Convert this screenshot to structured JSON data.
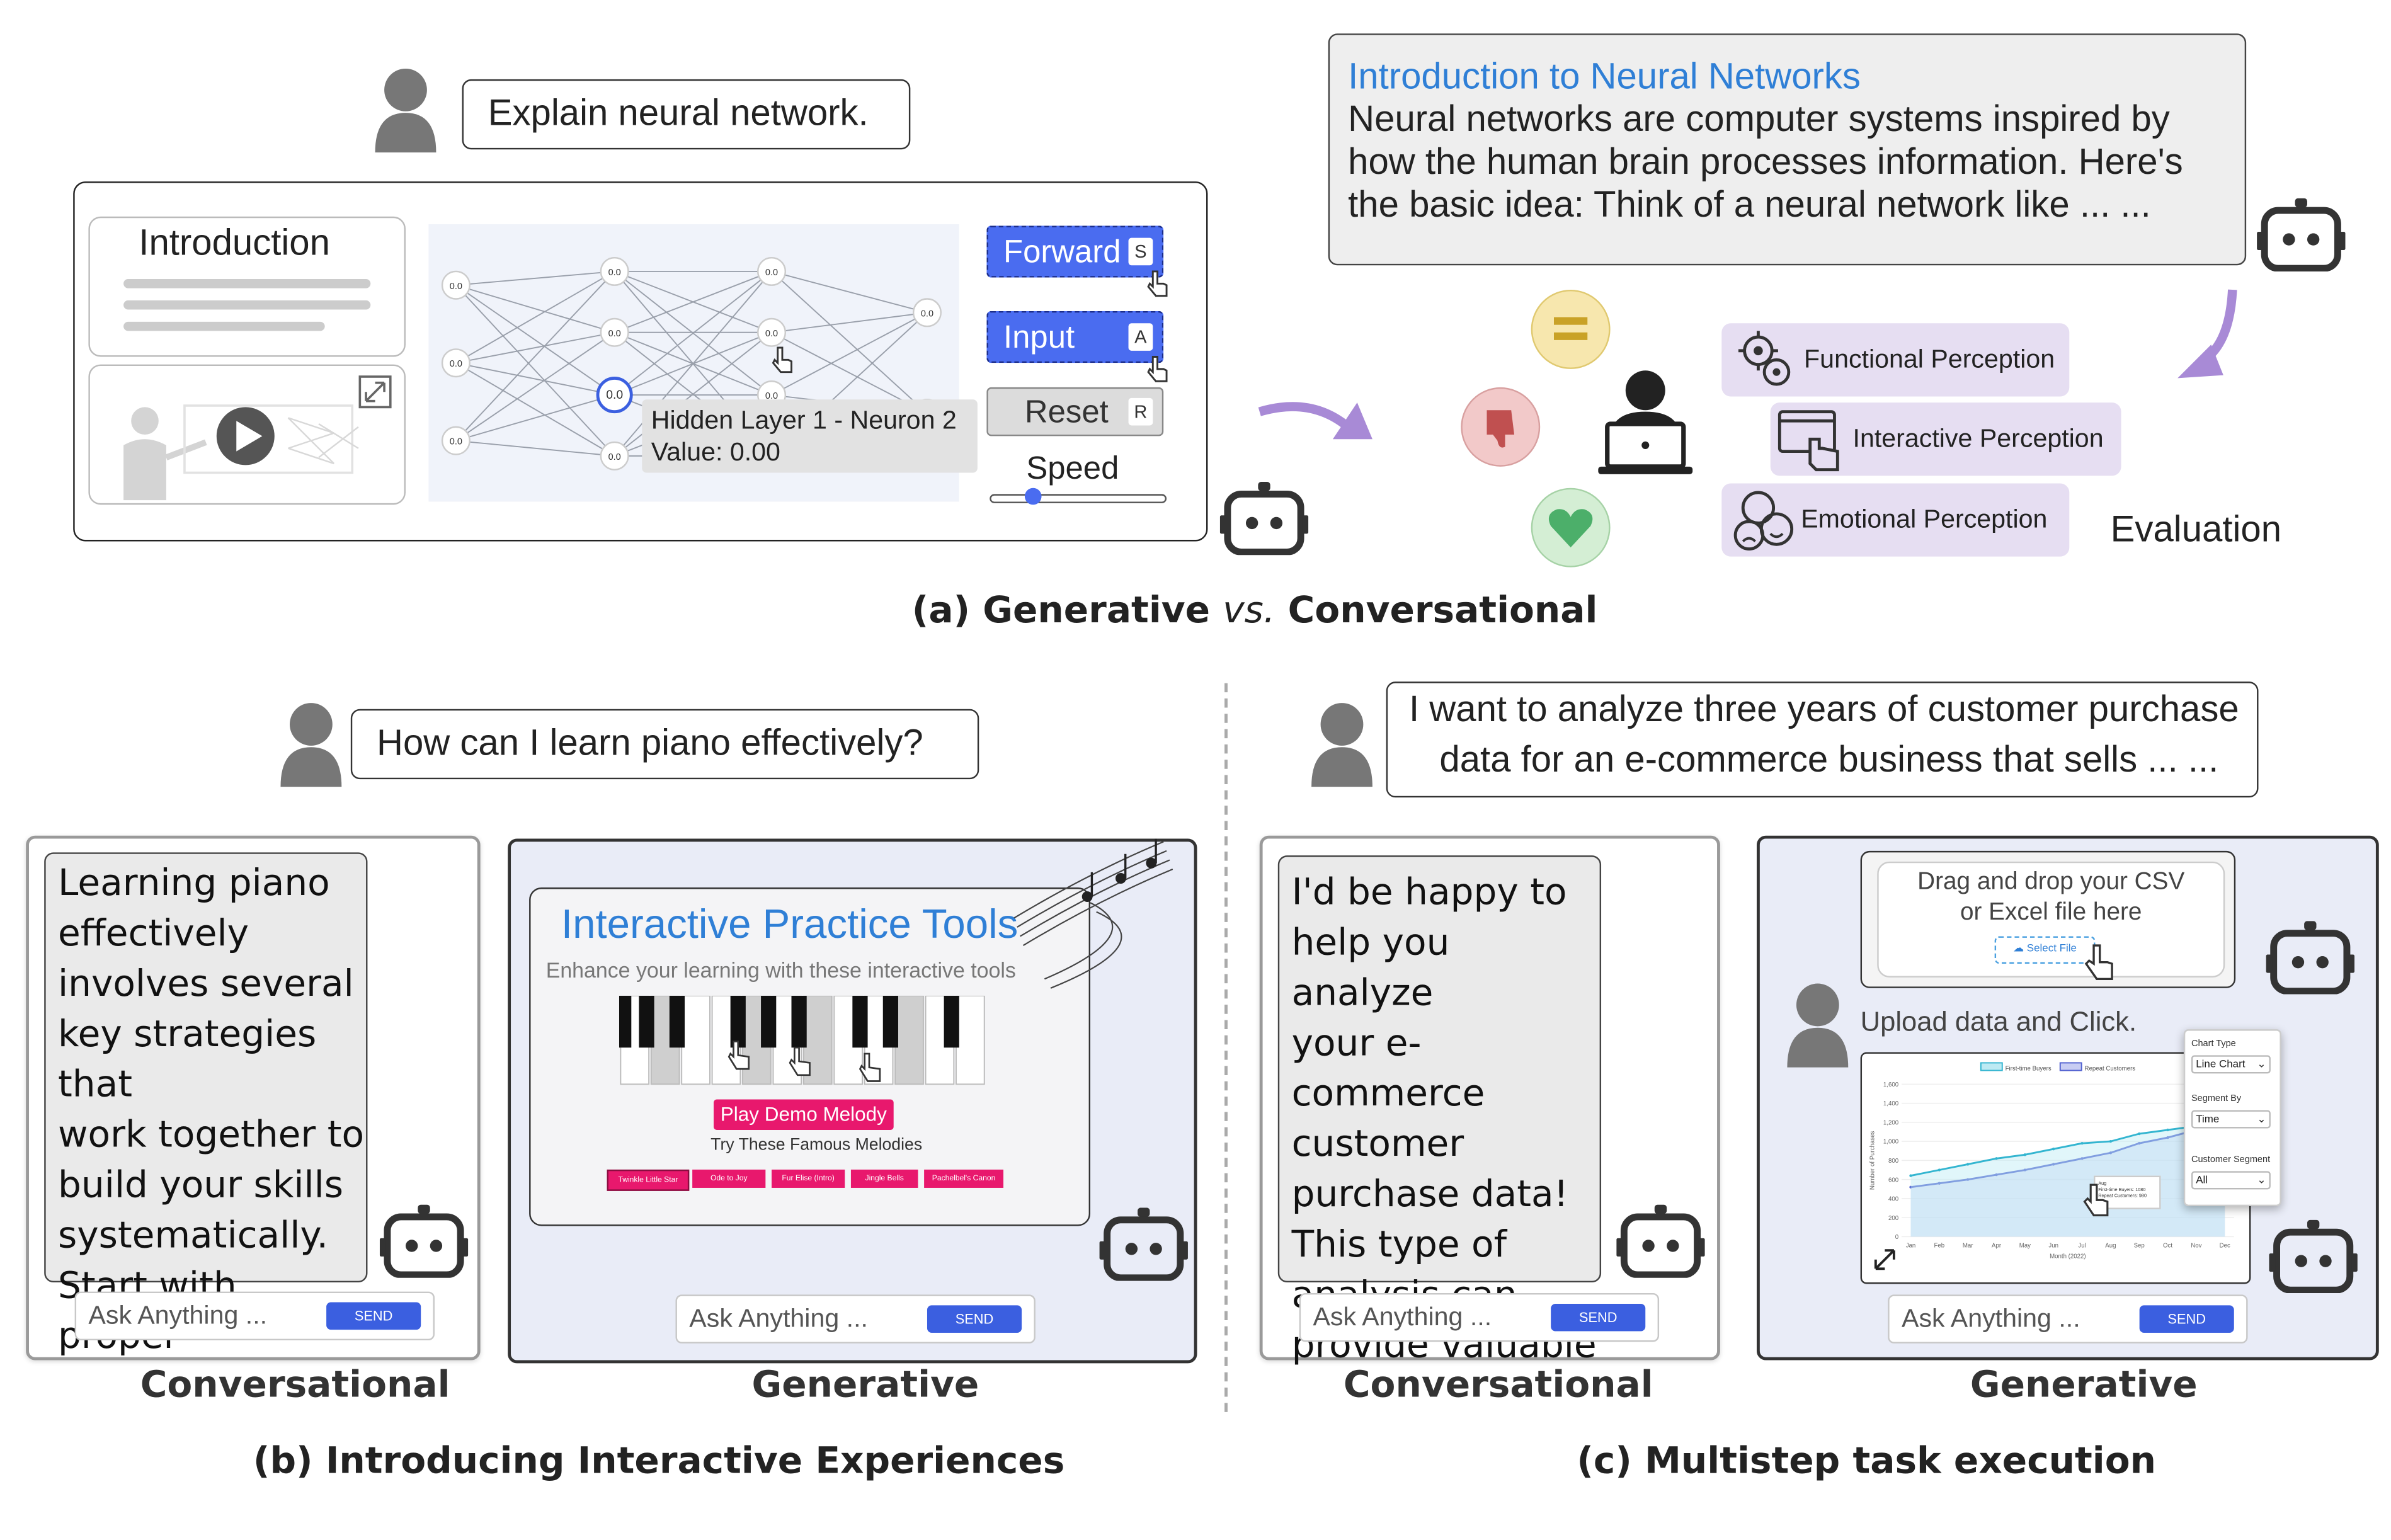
{
  "panel_a": {
    "user_prompt": "Explain neural network.",
    "intro_title": "Introduction",
    "tooltip_line1": "Hidden Layer 1 - Neuron 2",
    "tooltip_line2": "Value: 0.00",
    "highlight_neuron": "0.0",
    "neuron_value": "0.0",
    "forward_label": "Forward",
    "forward_key": "S",
    "input_label": "Input",
    "input_key": "A",
    "reset_label": "Reset",
    "reset_key": "R",
    "speed_label": "Speed",
    "response_title": "Introduction to Neural Networks",
    "response_line1": "Neural networks are computer systems inspired by",
    "response_line2": "how the human brain processes information. Here's",
    "response_line3": "the basic idea: Think of a neural network like ... ...",
    "perceptions": [
      "Functional Perception",
      "Interactive Perception",
      "Emotional Perception"
    ],
    "evaluation_label": "Evaluation",
    "caption_prefix": "(a) Generative ",
    "caption_vs": "vs.",
    "caption_suffix": " Conversational"
  },
  "panel_b": {
    "user_prompt": "How can I learn piano effectively?",
    "conv_lines": [
      "Learning piano",
      "effectively",
      "involves several",
      "key strategies that",
      "work together to",
      "build your skills",
      "systematically.",
      "Start with proper"
    ],
    "tool_title": "Interactive Practice Tools",
    "tool_subtitle": "Enhance your learning with these interactive tools",
    "demo_button": "Play Demo Melody",
    "melodies_heading": "Try These Famous Melodies",
    "melodies": [
      "Twinkle Little Star",
      "Ode to Joy",
      "Fur Elise (Intro)",
      "Jingle Bells",
      "Pachelbel's Canon"
    ],
    "label_conversational": "Conversational",
    "label_generative": "Generative",
    "caption": "(b) Introducing Interactive Experiences"
  },
  "panel_c": {
    "user_prompt_line1": "I want to analyze three years of customer purchase",
    "user_prompt_line2": "data  for an e-commerce business that sells ... ...",
    "conv_lines": [
      "I'd be happy to",
      "help you analyze",
      "your e-commerce",
      "customer",
      "purchase data!",
      "This type of",
      "analysis can",
      "provide valuable"
    ],
    "upload_line1": "Drag and drop your CSV",
    "upload_line2": "or Excel file here",
    "select_file": "Select File",
    "upload_instruction": "Upload data and Click.",
    "chart_legend": [
      "First-time Buyers",
      "Repeat Customers"
    ],
    "chart_yticks": [
      "1,600",
      "1,400",
      "1,200",
      "1,000",
      "800",
      "600",
      "400",
      "200",
      "0"
    ],
    "chart_xticks": [
      "Jan",
      "Feb",
      "Mar",
      "Apr",
      "May",
      "Jun",
      "Jul",
      "Aug",
      "Sep",
      "Oct",
      "Nov",
      "Dec"
    ],
    "chart_xlabel": "Month (2022)",
    "chart_ylabel": "Number of Purchases",
    "tooltip_title": "Aug",
    "tooltip_l1": "First-time Buyers: 1080",
    "tooltip_l2": "Repeat Customers: 980",
    "ctrl_chart_type_label": "Chart Type",
    "ctrl_chart_type_value": "Line Chart",
    "ctrl_segment_label": "Segment By",
    "ctrl_segment_value": "Time",
    "ctrl_customer_label": "Customer Segment",
    "ctrl_customer_value": "All",
    "label_conversational": "Conversational",
    "label_generative": "Generative",
    "caption": "(c) Multistep task execution"
  },
  "ask_placeholder": "Ask Anything ...",
  "send_label": "SEND",
  "colors": {
    "accent_blue": "#4a6cf0",
    "title_blue": "#2f7fd6",
    "pink": "#e8186d",
    "lavender": "#e6def2",
    "arrow_purple": "#a88ad6"
  }
}
